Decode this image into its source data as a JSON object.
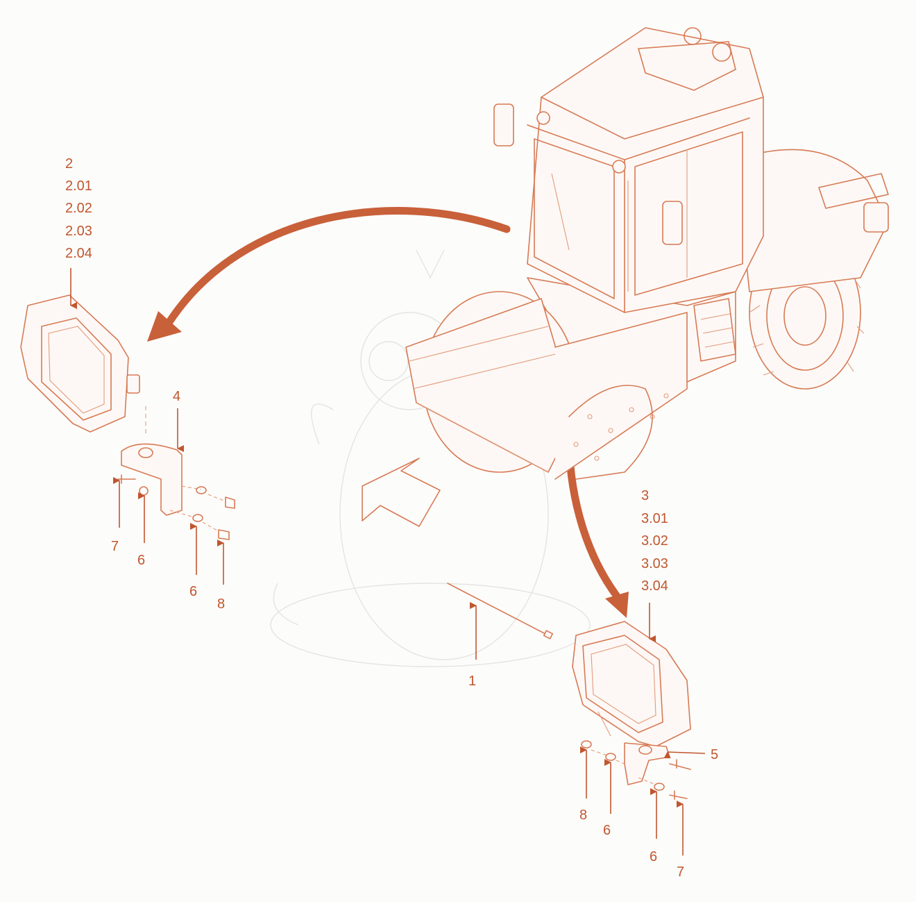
{
  "colors": {
    "line_art": "#d77a55",
    "label": "#c0562f",
    "big_arrow": "#c8603a",
    "background": "#fcfcfa"
  },
  "callouts": {
    "group_left": {
      "lines": [
        "2",
        "2.01",
        "2.02",
        "2.03",
        "2.04"
      ]
    },
    "group_right": {
      "lines": [
        "3",
        "3.01",
        "3.02",
        "3.03",
        "3.04"
      ]
    },
    "item_1": "1",
    "item_4": "4",
    "item_5": "5",
    "left_7": "7",
    "left_6a": "6",
    "left_6b": "6",
    "left_8": "8",
    "right_8": "8",
    "right_6a": "6",
    "right_6b": "6",
    "right_7": "7"
  }
}
